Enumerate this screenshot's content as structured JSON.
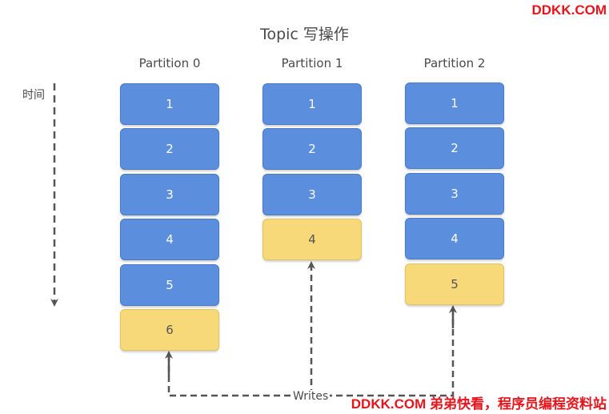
{
  "watermark_top": "DDKK.COM",
  "watermark_bottom": "DDKK.COM 弟弟快看，程序员编程资料站",
  "title": "Topic 写操作",
  "time_label": "时间",
  "writes_label": "Writes",
  "partitions": [
    {
      "label": "Partition 0",
      "blocks": [
        {
          "text": "1",
          "state": "committed"
        },
        {
          "text": "2",
          "state": "committed"
        },
        {
          "text": "3",
          "state": "committed"
        },
        {
          "text": "4",
          "state": "committed"
        },
        {
          "text": "5",
          "state": "committed"
        },
        {
          "text": "6",
          "state": "pending"
        }
      ]
    },
    {
      "label": "Partition 1",
      "blocks": [
        {
          "text": "1",
          "state": "committed"
        },
        {
          "text": "2",
          "state": "committed"
        },
        {
          "text": "3",
          "state": "committed"
        },
        {
          "text": "4",
          "state": "pending"
        }
      ]
    },
    {
      "label": "Partition 2",
      "blocks": [
        {
          "text": "1",
          "state": "committed"
        },
        {
          "text": "2",
          "state": "committed"
        },
        {
          "text": "3",
          "state": "committed"
        },
        {
          "text": "4",
          "state": "committed"
        },
        {
          "text": "5",
          "state": "pending"
        }
      ]
    }
  ],
  "colors": {
    "committed": "#5b8fde",
    "pending": "#f7d97a",
    "arrow": "#555555",
    "watermark": "#e8141b"
  }
}
